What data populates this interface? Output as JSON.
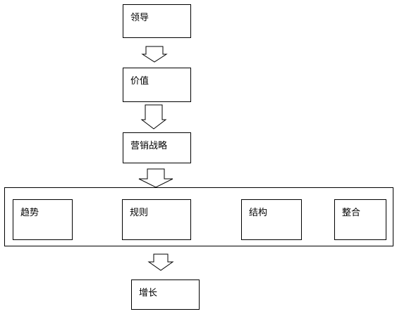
{
  "diagram": {
    "nodes": {
      "leader": "领导",
      "value": "价值",
      "marketing_strategy": "营销战略",
      "trend": "趋势",
      "rules": "规则",
      "structure": "结构",
      "integration": "整合",
      "growth": "增长"
    },
    "colors": {
      "stroke": "#000000",
      "fill": "#ffffff"
    },
    "connector_icon": "down-arrow-icon"
  }
}
